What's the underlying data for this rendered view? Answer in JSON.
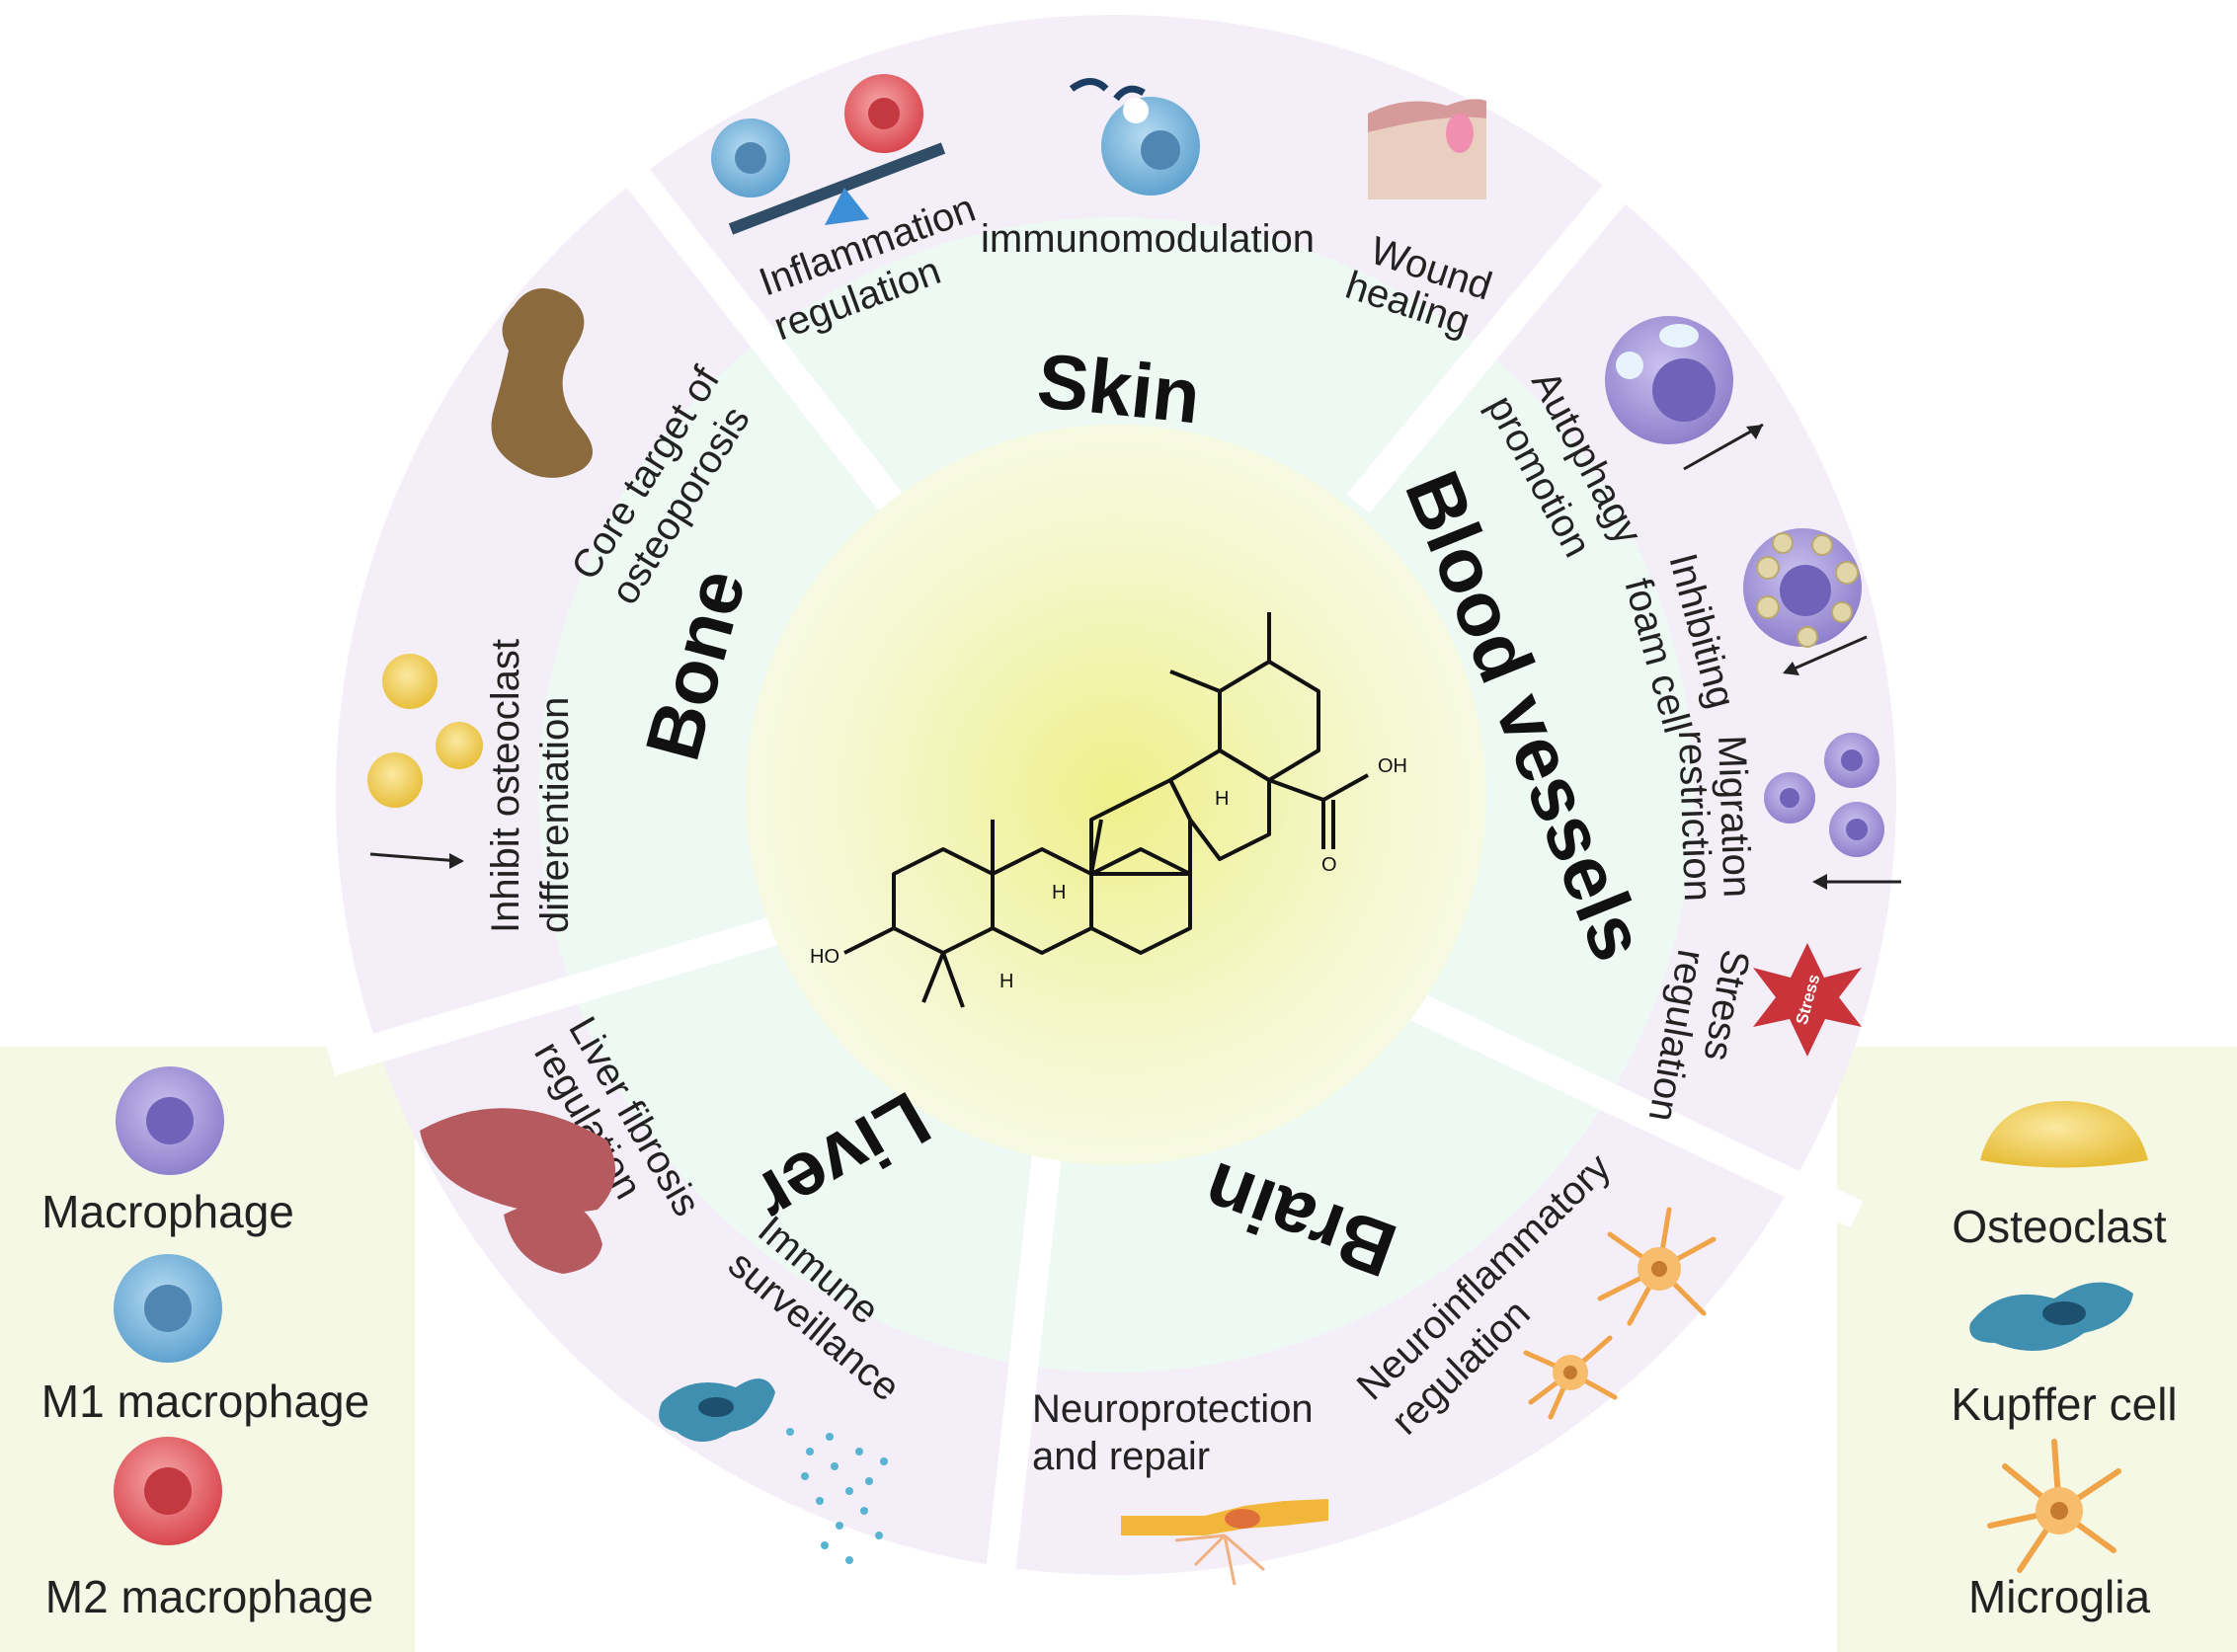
{
  "organs": {
    "skin": "Skin",
    "blood": "Blood vessels",
    "brain": "Brain",
    "liver": "Liver",
    "bone": "Bone"
  },
  "effects": {
    "inflammation_1": "Inflammation",
    "inflammation_2": "regulation",
    "immunomodulation": "immunomodulation",
    "wound_1": "Wound",
    "wound_2": "healing",
    "autophagy_1": "Autophagy",
    "autophagy_2": "promotion",
    "foam_1": "Inhibiting",
    "foam_2": "foam cell",
    "migration_1": "Migration",
    "migration_2": "restriction",
    "stress_1": "Stress",
    "stress_2": "regulation",
    "stress_badge": "Stress",
    "neuroinflam_1": "Neuroinflammatory",
    "neuroinflam_2": "regulation",
    "neuroprot_1": "Neuroprotection",
    "neuroprot_2": "and repair",
    "immune_1": "Immune",
    "immune_2": "surveillance",
    "liverfib_1": "Liver fibrosis",
    "liverfib_2": "regulation",
    "osteoclast_1": "Inhibit osteoclast",
    "osteoclast_2": "differentiation",
    "osteo_1": "Core target of",
    "osteo_2": "osteoporosis"
  },
  "molecule": {
    "oh_label": "OH",
    "o_label": "O",
    "ho_label": "HO",
    "h_label": "H"
  },
  "legend_left": [
    "Macrophage",
    "M1 macrophage",
    "M2 macrophage"
  ],
  "legend_right": [
    "Osteoclast",
    "Kupffer cell",
    "Microglia"
  ],
  "colors": {
    "outer_ring": "#f3eef7",
    "middle_ring": "#eef9f4",
    "center_glow": "#f0f2a0",
    "legend_panel": "#f6f8e6",
    "macrophage": "#a79ad8",
    "m1": "#7fb8de",
    "m2": "#e86a70",
    "osteoclast": "#f2d46a",
    "kupffer": "#3f8fb0",
    "microglia": "#f5b060"
  }
}
